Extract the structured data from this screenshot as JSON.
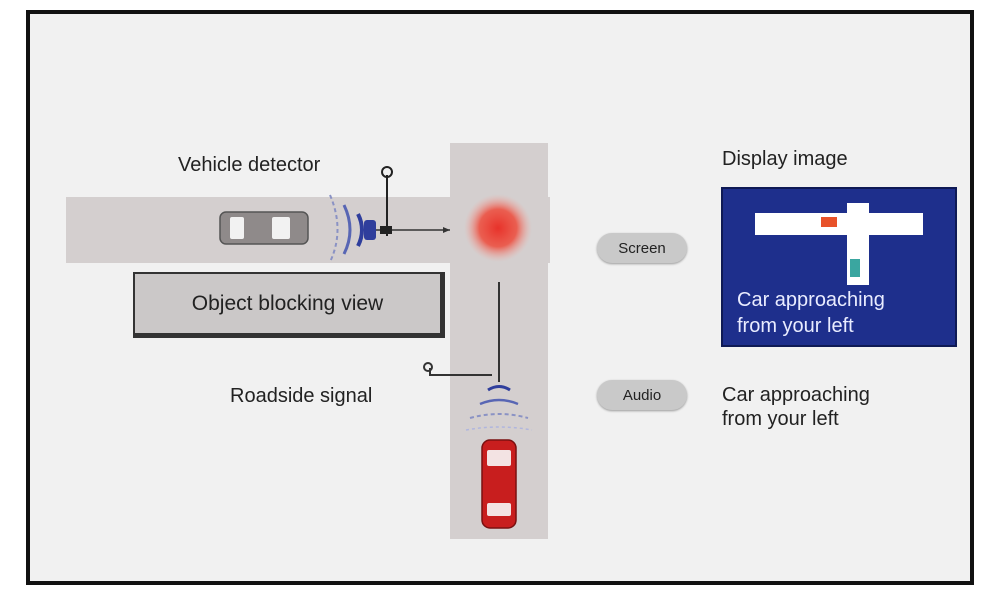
{
  "labels": {
    "vehicle_detector": "Vehicle detector",
    "object_blocking": "Object blocking view",
    "roadside_signal": "Roadside signal",
    "display_image": "Display image"
  },
  "channels": {
    "screen": "Screen",
    "audio": "Audio"
  },
  "display_message": "Car approaching\nfrom your left",
  "audio_message": "Car approaching\nfrom your left",
  "colors": {
    "road": "#d4cfcf",
    "display_bg": "#1e2f8c",
    "alert": "#e8322a",
    "ego_car": "#c81e1e",
    "other_car": "#8f8a8a"
  }
}
